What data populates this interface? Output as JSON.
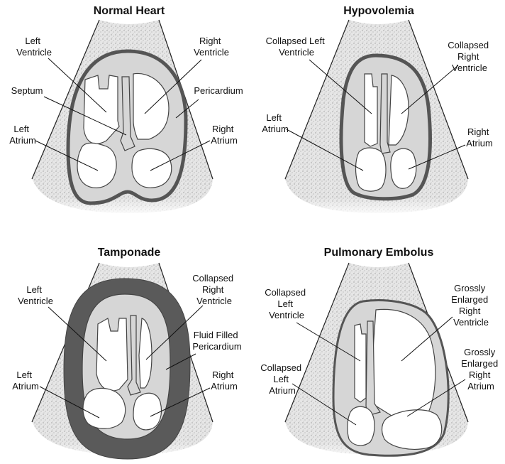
{
  "panels": {
    "normal": {
      "title": "Normal Heart",
      "labels": {
        "left_ventricle": [
          "Left",
          "Ventricle"
        ],
        "right_ventricle": [
          "Right",
          "Ventricle"
        ],
        "septum": [
          "Septum"
        ],
        "pericardium": [
          "Pericardium"
        ],
        "left_atrium": [
          "Left",
          "Atrium"
        ],
        "right_atrium": [
          "Right",
          "Atrium"
        ]
      }
    },
    "hypovolemia": {
      "title": "Hypovolemia",
      "labels": {
        "collapsed_left_ventricle": [
          "Collapsed Left",
          "Ventricle"
        ],
        "collapsed_right_ventricle": [
          "Collapsed",
          "Right",
          "Ventricle"
        ],
        "left_atrium": [
          "Left",
          "Atrium"
        ],
        "right_atrium": [
          "Right",
          "Atrium"
        ]
      }
    },
    "tamponade": {
      "title": "Tamponade",
      "labels": {
        "left_ventricle": [
          "Left",
          "Ventricle"
        ],
        "collapsed_right_ventricle": [
          "Collapsed",
          "Right",
          "Ventricle"
        ],
        "fluid_filled_pericardium": [
          "Fluid Filled",
          "Pericardium"
        ],
        "left_atrium": [
          "Left",
          "Atrium"
        ],
        "right_atrium": [
          "Right",
          "Atrium"
        ]
      }
    },
    "embolus": {
      "title": "Pulmonary Embolus",
      "labels": {
        "collapsed_left_ventricle": [
          "Collapsed",
          "Left",
          "Ventricle"
        ],
        "grossly_enlarged_right_ventricle": [
          "Grossly",
          "Enlarged",
          "Right",
          "Ventricle"
        ],
        "collapsed_left_atrium": [
          "Collapsed",
          "Left",
          "Atrium"
        ],
        "grossly_enlarged_right_atrium": [
          "Grossly",
          "Enlarged",
          "Right",
          "Atrium"
        ]
      }
    }
  },
  "colors": {
    "myocardium": "#d6d6d6",
    "pericardium_stroke": "#555555",
    "effusion": "#5a5a5a",
    "cavity": "#ffffff"
  }
}
